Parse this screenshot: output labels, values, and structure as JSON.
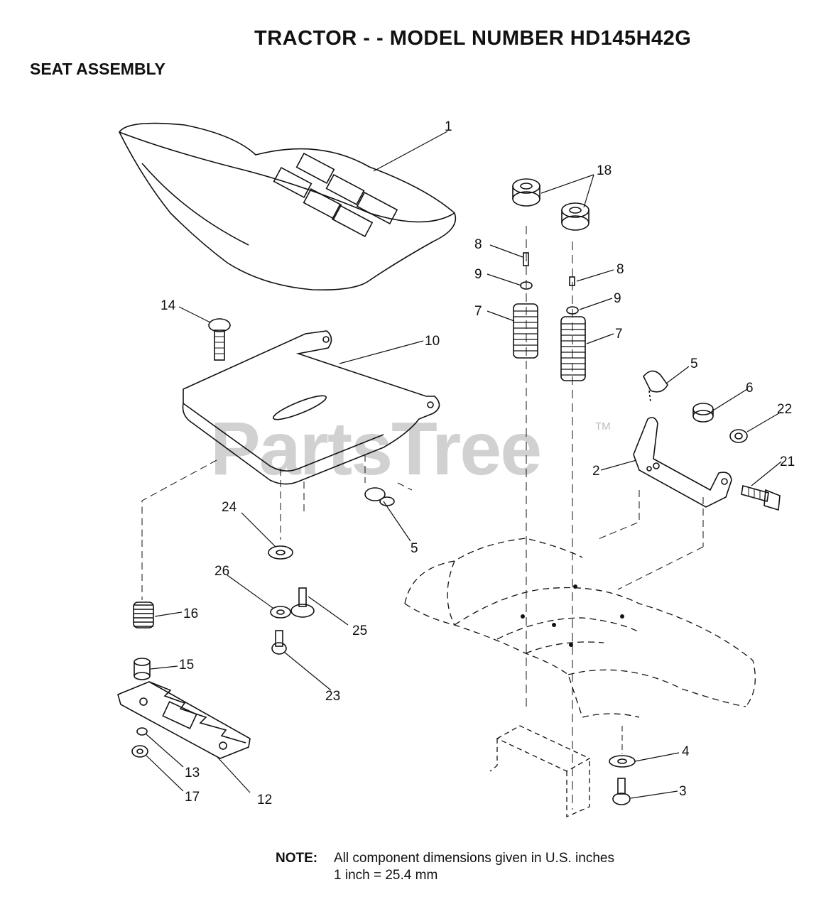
{
  "header": {
    "title": "TRACTOR - - MODEL NUMBER HD145H42G",
    "subtitle": "SEAT ASSEMBLY"
  },
  "watermark": {
    "text": "PartsTree",
    "mark": "TM"
  },
  "callouts": {
    "c1": "1",
    "c2": "2",
    "c3": "3",
    "c4": "4",
    "c5a": "5",
    "c5b": "5",
    "c6": "6",
    "c7a": "7",
    "c7b": "7",
    "c8a": "8",
    "c8b": "8",
    "c9a": "9",
    "c9b": "9",
    "c10": "10",
    "c12": "12",
    "c13": "13",
    "c14": "14",
    "c15": "15",
    "c16": "16",
    "c17": "17",
    "c18": "18",
    "c21": "21",
    "c22": "22",
    "c23": "23",
    "c24": "24",
    "c25": "25",
    "c26": "26"
  },
  "note": {
    "label": "NOTE:",
    "line1": "All component dimensions given in U.S. inches",
    "line2": "1 inch = 25.4 mm"
  }
}
